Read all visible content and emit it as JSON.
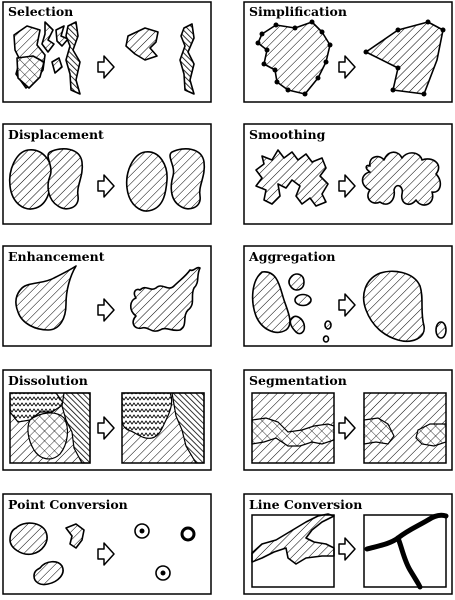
{
  "panels": [
    {
      "title": "Selection"
    },
    {
      "title": "Simplification"
    },
    {
      "title": "Displacement"
    },
    {
      "title": "Smoothing"
    },
    {
      "title": "Enhancement"
    },
    {
      "title": "Aggregation"
    },
    {
      "title": "Dissolution"
    },
    {
      "title": "Segmentation"
    },
    {
      "title": "Point Conversion"
    },
    {
      "title": "Line Conversion"
    }
  ]
}
